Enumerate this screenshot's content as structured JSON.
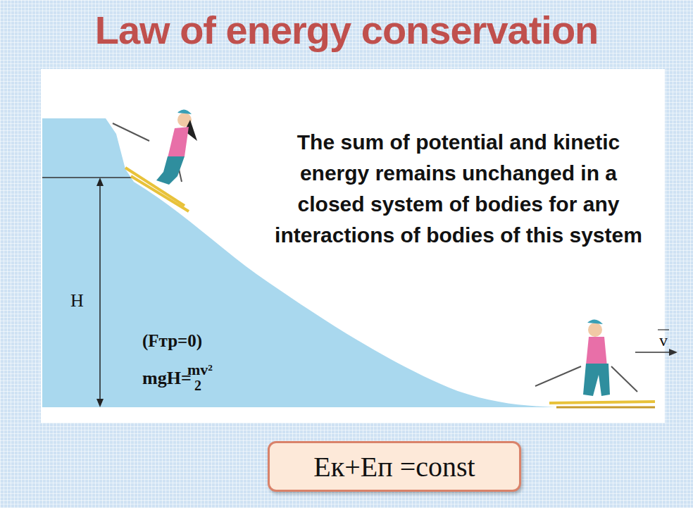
{
  "diagram": {
    "title": "Law of energy conservation",
    "nodes": [
      {
        "text": [
          "Eк+Eп =const"
        ]
      }
    ],
    "labels": [
      "The sum of potential and kinetic energy remains unchanged in a closed system of bodies for any interactions of bodies of this system",
      "H",
      "(Fтр=0)",
      "mgH=",
      "mv²",
      "2",
      "v"
    ]
  }
}
